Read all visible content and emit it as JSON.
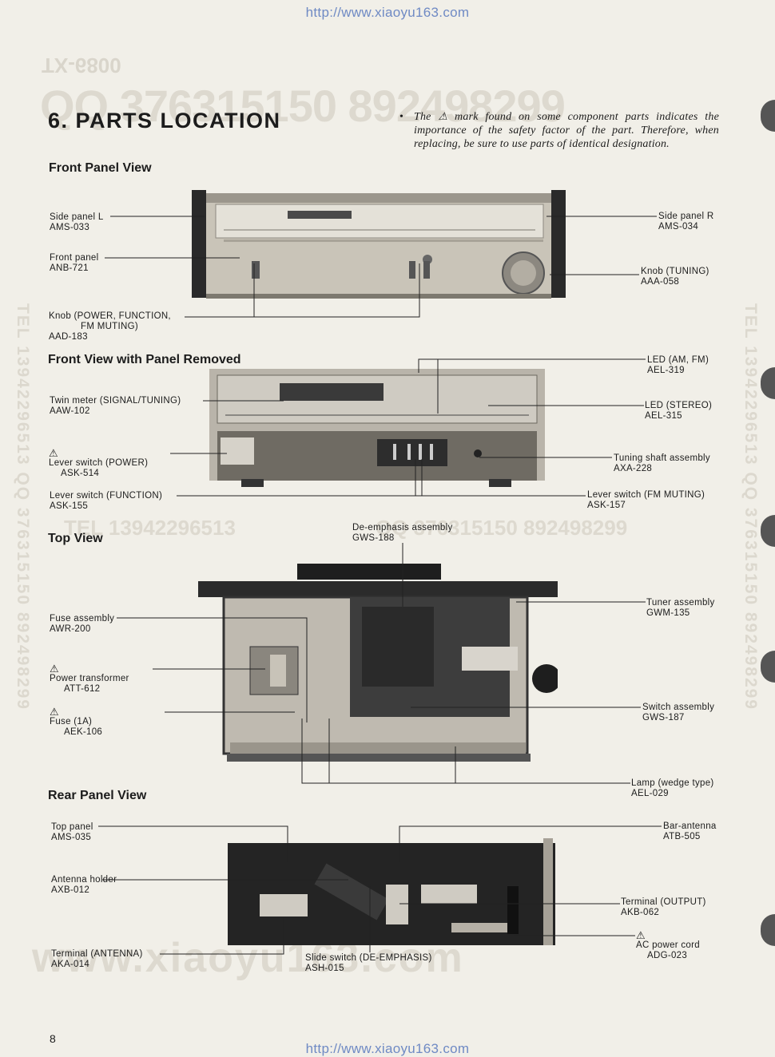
{
  "header_url": "http://www.xiaoyu163.com",
  "footer_url": "http://www.xiaoyu163.com",
  "model_code": "TX-6800",
  "watermarks": {
    "qq_line": "QQ 376315150   892498299",
    "tel_line": "TEL  13942296513",
    "tel_line2": "TEL  13942296513   QQ  376315150   892498299",
    "www": "www.xiaoyu163.com",
    "left_vertical": "TEL  13942296513   QQ  376315150   892498299",
    "right_vertical": "TEL  13942296513   QQ  376315150   892498299"
  },
  "title": "6. PARTS LOCATION",
  "safety_note": {
    "bullet": "•",
    "text_before": "The",
    "icon": "warning-triangle-icon",
    "text_after": "mark found on some component parts indicates the importance of the safety factor of the part. Therefore, when replacing, be sure to use parts of identical designation."
  },
  "warning_glyph": "⚠",
  "sections": {
    "front_panel": "Front Panel View",
    "panel_removed": "Front View with Panel Removed",
    "top": "Top View",
    "rear": "Rear Panel View"
  },
  "labels": {
    "side_panel_l": {
      "name": "Side panel L",
      "part": "AMS-033"
    },
    "front_panel": {
      "name": "Front panel",
      "part": "ANB-721"
    },
    "knob_power": {
      "name": "Knob (POWER, FUNCTION,",
      "name2": "FM MUTING)",
      "part": "AAD-183"
    },
    "side_panel_r": {
      "name": "Side panel R",
      "part": "AMS-034"
    },
    "knob_tuning": {
      "name": "Knob (TUNING)",
      "part": "AAA-058"
    },
    "twin_meter": {
      "name": "Twin meter (SIGNAL/TUNING)",
      "part": "AAW-102"
    },
    "lever_power": {
      "name": "Lever switch (POWER)",
      "part": "ASK-514"
    },
    "lever_function": {
      "name": "Lever switch (FUNCTION)",
      "part": "ASK-155"
    },
    "led_am_fm": {
      "name": "LED (AM, FM)",
      "part": "AEL-319"
    },
    "led_stereo": {
      "name": "LED (STEREO)",
      "part": "AEL-315"
    },
    "tuning_shaft": {
      "name": "Tuning shaft assembly",
      "part": "AXA-228"
    },
    "lever_fm_muting": {
      "name": "Lever switch (FM MUTING)",
      "part": "ASK-157"
    },
    "deemphasis": {
      "name": "De-emphasis assembly",
      "part": "GWS-188"
    },
    "fuse_assembly": {
      "name": "Fuse assembly",
      "part": "AWR-200"
    },
    "power_transformer": {
      "name": "Power transformer",
      "part": "ATT-612"
    },
    "fuse": {
      "name": "Fuse (1A)",
      "part": "AEK-106"
    },
    "tuner_assembly": {
      "name": "Tuner assembly",
      "part": "GWM-135"
    },
    "switch_assembly": {
      "name": "Switch assembly",
      "part": "GWS-187"
    },
    "lamp": {
      "name": "Lamp (wedge type)",
      "part": "AEL-029"
    },
    "top_panel": {
      "name": "Top panel",
      "part": "AMS-035"
    },
    "antenna_holder": {
      "name": "Antenna holder",
      "part": "AXB-012"
    },
    "terminal_antenna": {
      "name": "Terminal (ANTENNA)",
      "part": "AKA-014"
    },
    "slide_switch": {
      "name": "Slide switch (DE-EMPHASIS)",
      "part": "ASH-015"
    },
    "bar_antenna": {
      "name": "Bar-antenna",
      "part": "ATB-505"
    },
    "terminal_output": {
      "name": "Terminal (OUTPUT)",
      "part": "AKB-062"
    },
    "ac_cord": {
      "name": "AC power cord",
      "part": "ADG-023"
    }
  },
  "page_number": "8"
}
